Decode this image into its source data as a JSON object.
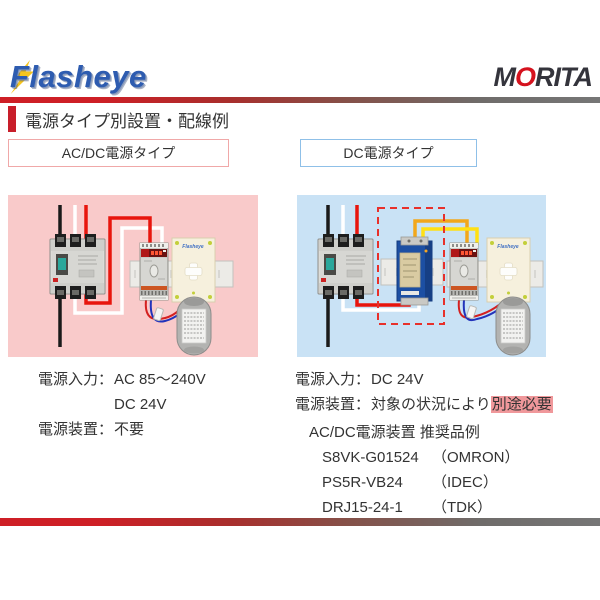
{
  "brand": {
    "flasheye": "Flasheye",
    "morita_m": "M",
    "morita_o": "O",
    "morita_rita": "RITA"
  },
  "page_title": "電源タイプ別設置・配線例",
  "left_column": {
    "header": "AC/DC電源タイプ",
    "power_input_label": "電源入力：",
    "power_input_value1": "AC 85～240V",
    "power_input_value2": "DC 24V",
    "power_device_label": "電源装置：",
    "power_device_value": "不要"
  },
  "right_column": {
    "header": "DC電源タイプ",
    "power_input_label": "電源入力：",
    "power_input_value": "DC 24V",
    "power_device_label": "電源装置：",
    "power_device_value_plain": "対象の状況により",
    "power_device_value_highlight": "別途必要",
    "recommended_title": "AC/DC電源装置 推奨品例",
    "products": [
      {
        "model": "S8VK-G01524",
        "maker": "（OMRON）"
      },
      {
        "model": "PS5R-VB24",
        "maker": "（IDEC）"
      },
      {
        "model": "DRJ15-24-1",
        "maker": "（TDK）"
      }
    ]
  },
  "diagram": {
    "flasheye_small_label": "Flasheye"
  },
  "colors": {
    "accent_red": "#c81e2a",
    "panel_pink": "#f9caca",
    "panel_blue": "#c9e2f5",
    "highlight_pink": "#f0989b",
    "wire_red": "#e8150d",
    "wire_orange": "#f2a71b",
    "wire_yellow": "#ffe014",
    "psu_blue": "#1c4fa3"
  }
}
